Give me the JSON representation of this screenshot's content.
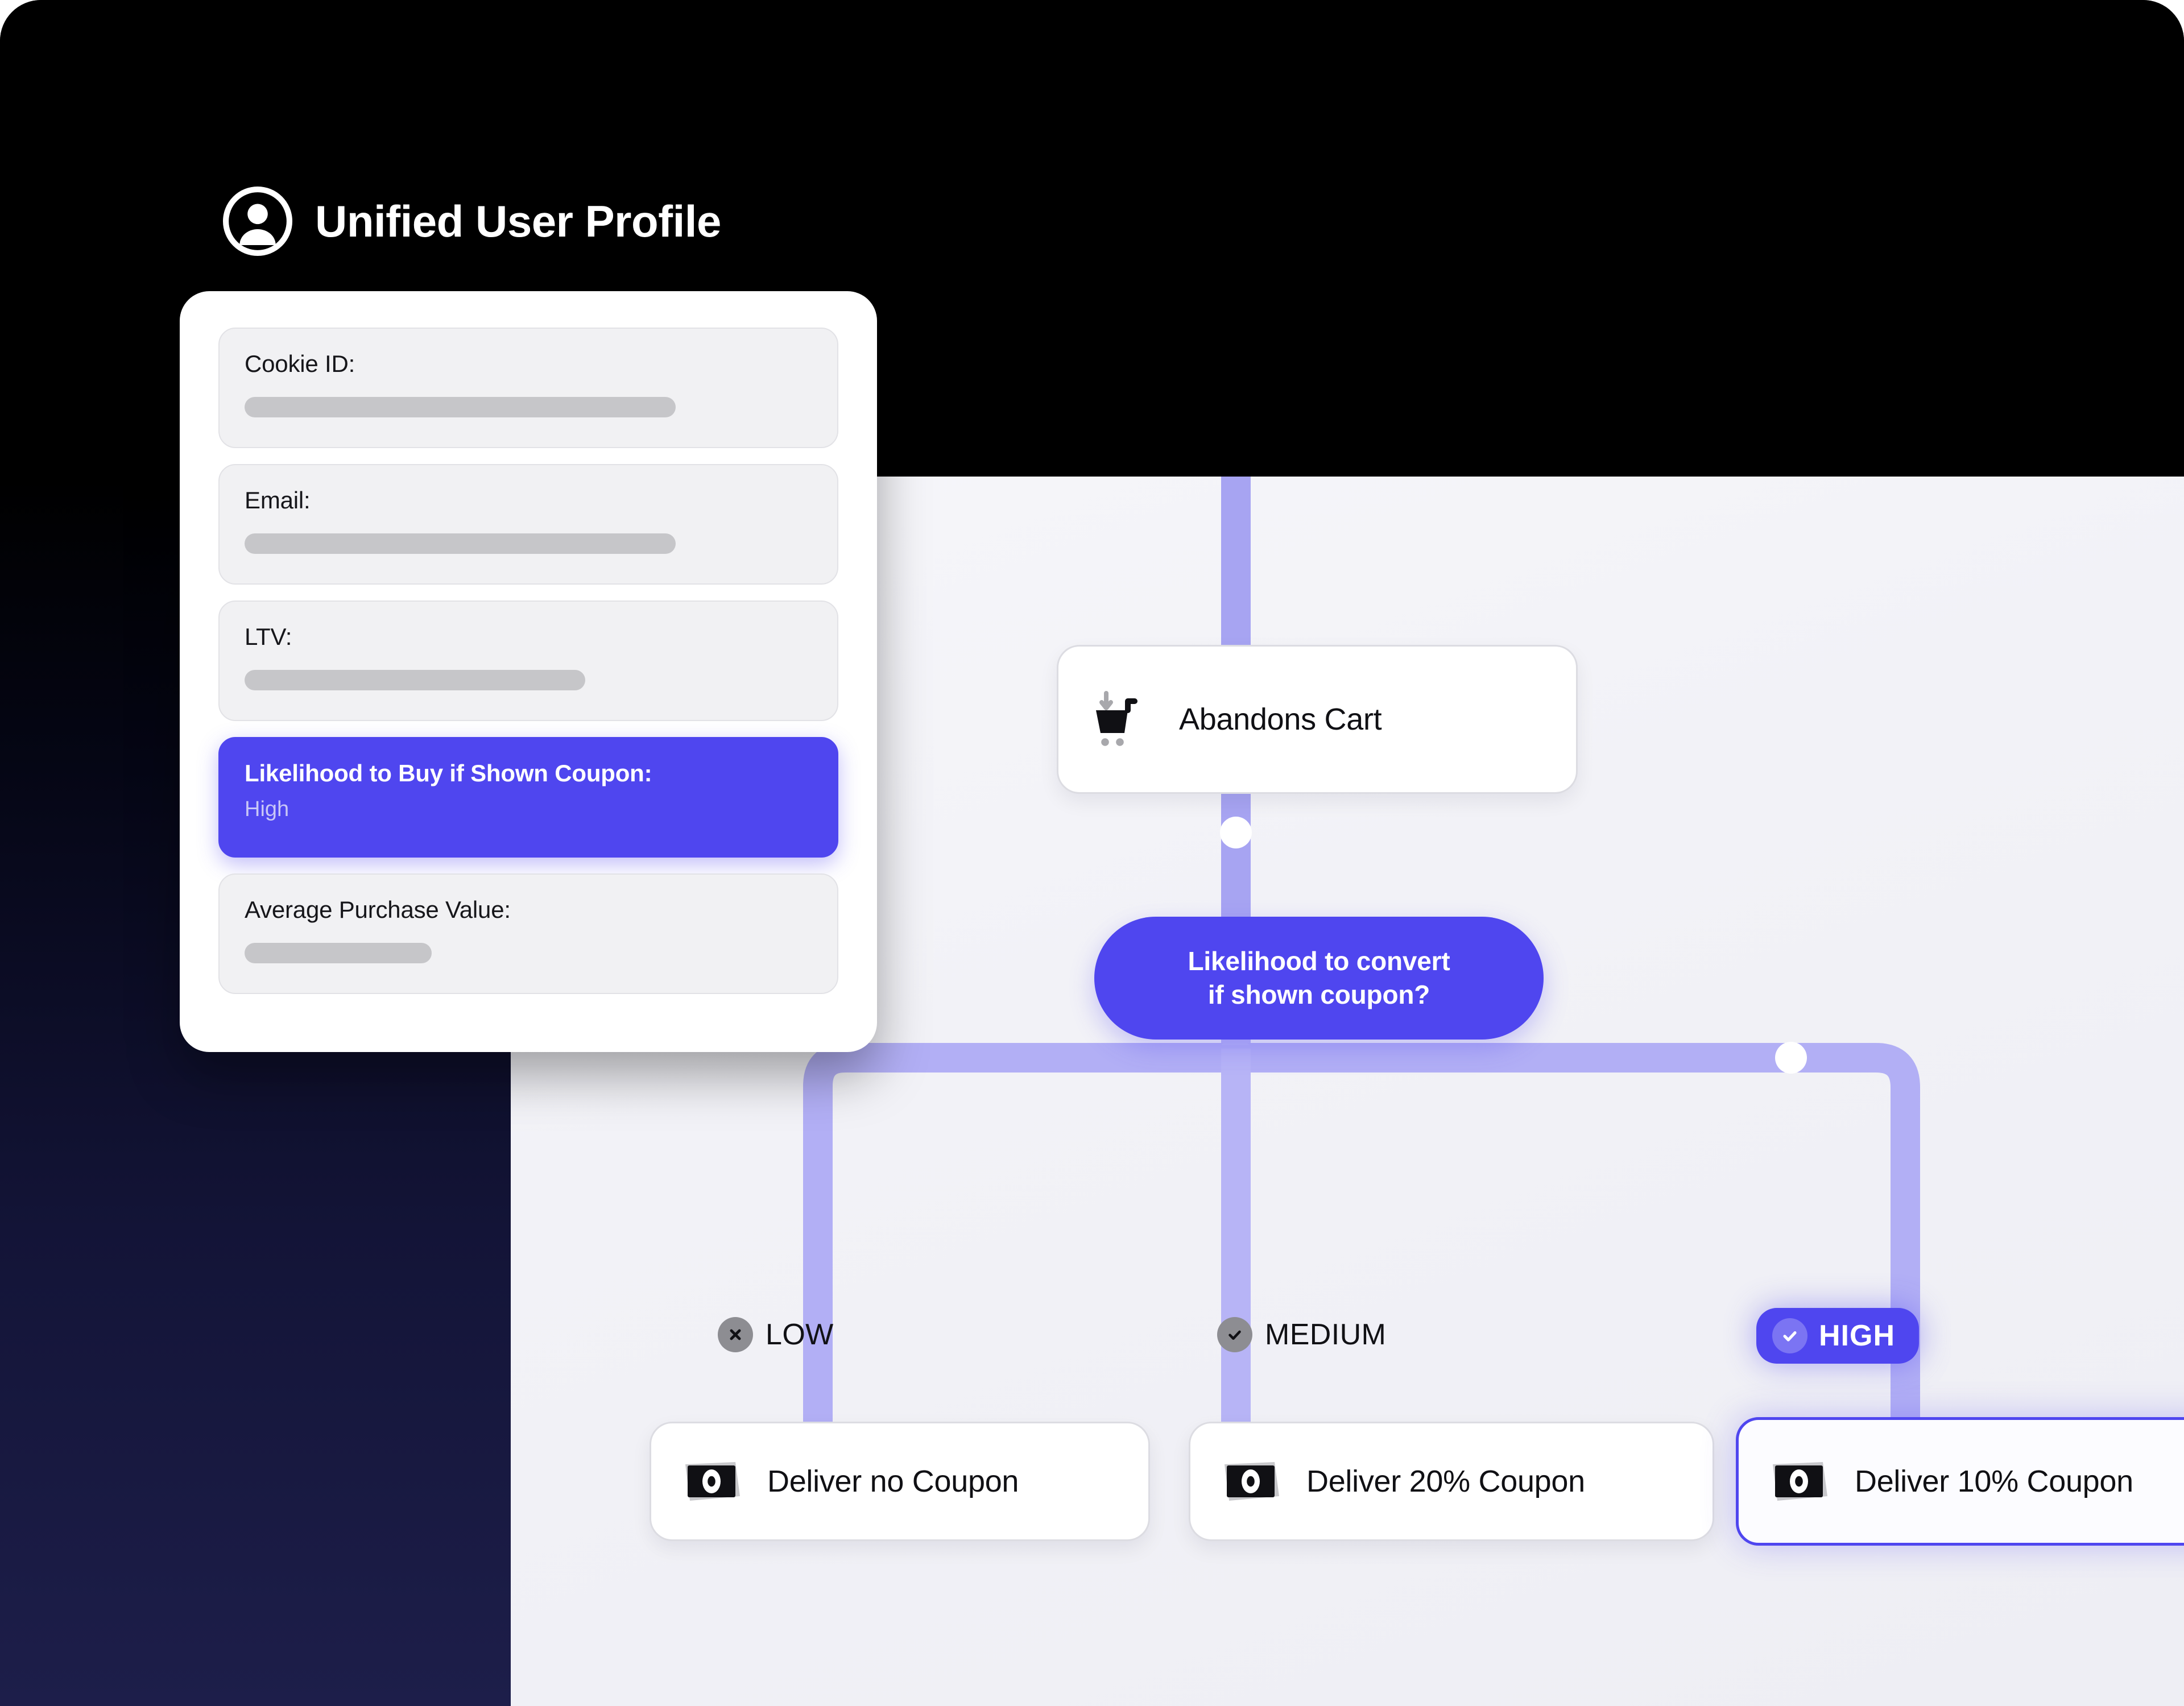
{
  "header": {
    "title": "Unified User Profile",
    "avatar_icon": "user-avatar-icon"
  },
  "profile_card": {
    "fields": [
      {
        "label": "Cookie ID:",
        "value": "",
        "redacted": true,
        "highlighted": false
      },
      {
        "label": "Email:",
        "value": "",
        "redacted": true,
        "highlighted": false
      },
      {
        "label": "LTV:",
        "value": "",
        "redacted": true,
        "highlighted": false
      },
      {
        "label": "Likelihood to Buy if Shown Coupon:",
        "value": "High",
        "redacted": false,
        "highlighted": true
      },
      {
        "label": "Average Purchase Value:",
        "value": "",
        "redacted": true,
        "highlighted": false
      }
    ]
  },
  "flow": {
    "trigger_node": {
      "label": "Abandons Cart",
      "icon": "shopping-cart-down-icon"
    },
    "decision_node": {
      "line1": "Likelihood to convert",
      "line2": "if shown coupon?"
    },
    "branches": [
      {
        "badge": "LOW",
        "icon": "x-circle-icon",
        "selected": false,
        "action_label": "Deliver no Coupon",
        "action_icon": "money-icon"
      },
      {
        "badge": "MEDIUM",
        "icon": "check-circle-icon",
        "selected": false,
        "action_label": "Deliver 20% Coupon",
        "action_icon": "money-icon"
      },
      {
        "badge": "HIGH",
        "icon": "check-circle-icon",
        "selected": true,
        "action_label": "Deliver 10% Coupon",
        "action_icon": "money-icon"
      }
    ]
  },
  "colors": {
    "accent": "#4f46ef",
    "connector": "#a3a0f0",
    "connector_active": "#4f46ef",
    "canvas_bg": "#f2f2f7",
    "panel_dark_top": "#000000",
    "panel_dark_bottom": "#1d1e4a"
  }
}
